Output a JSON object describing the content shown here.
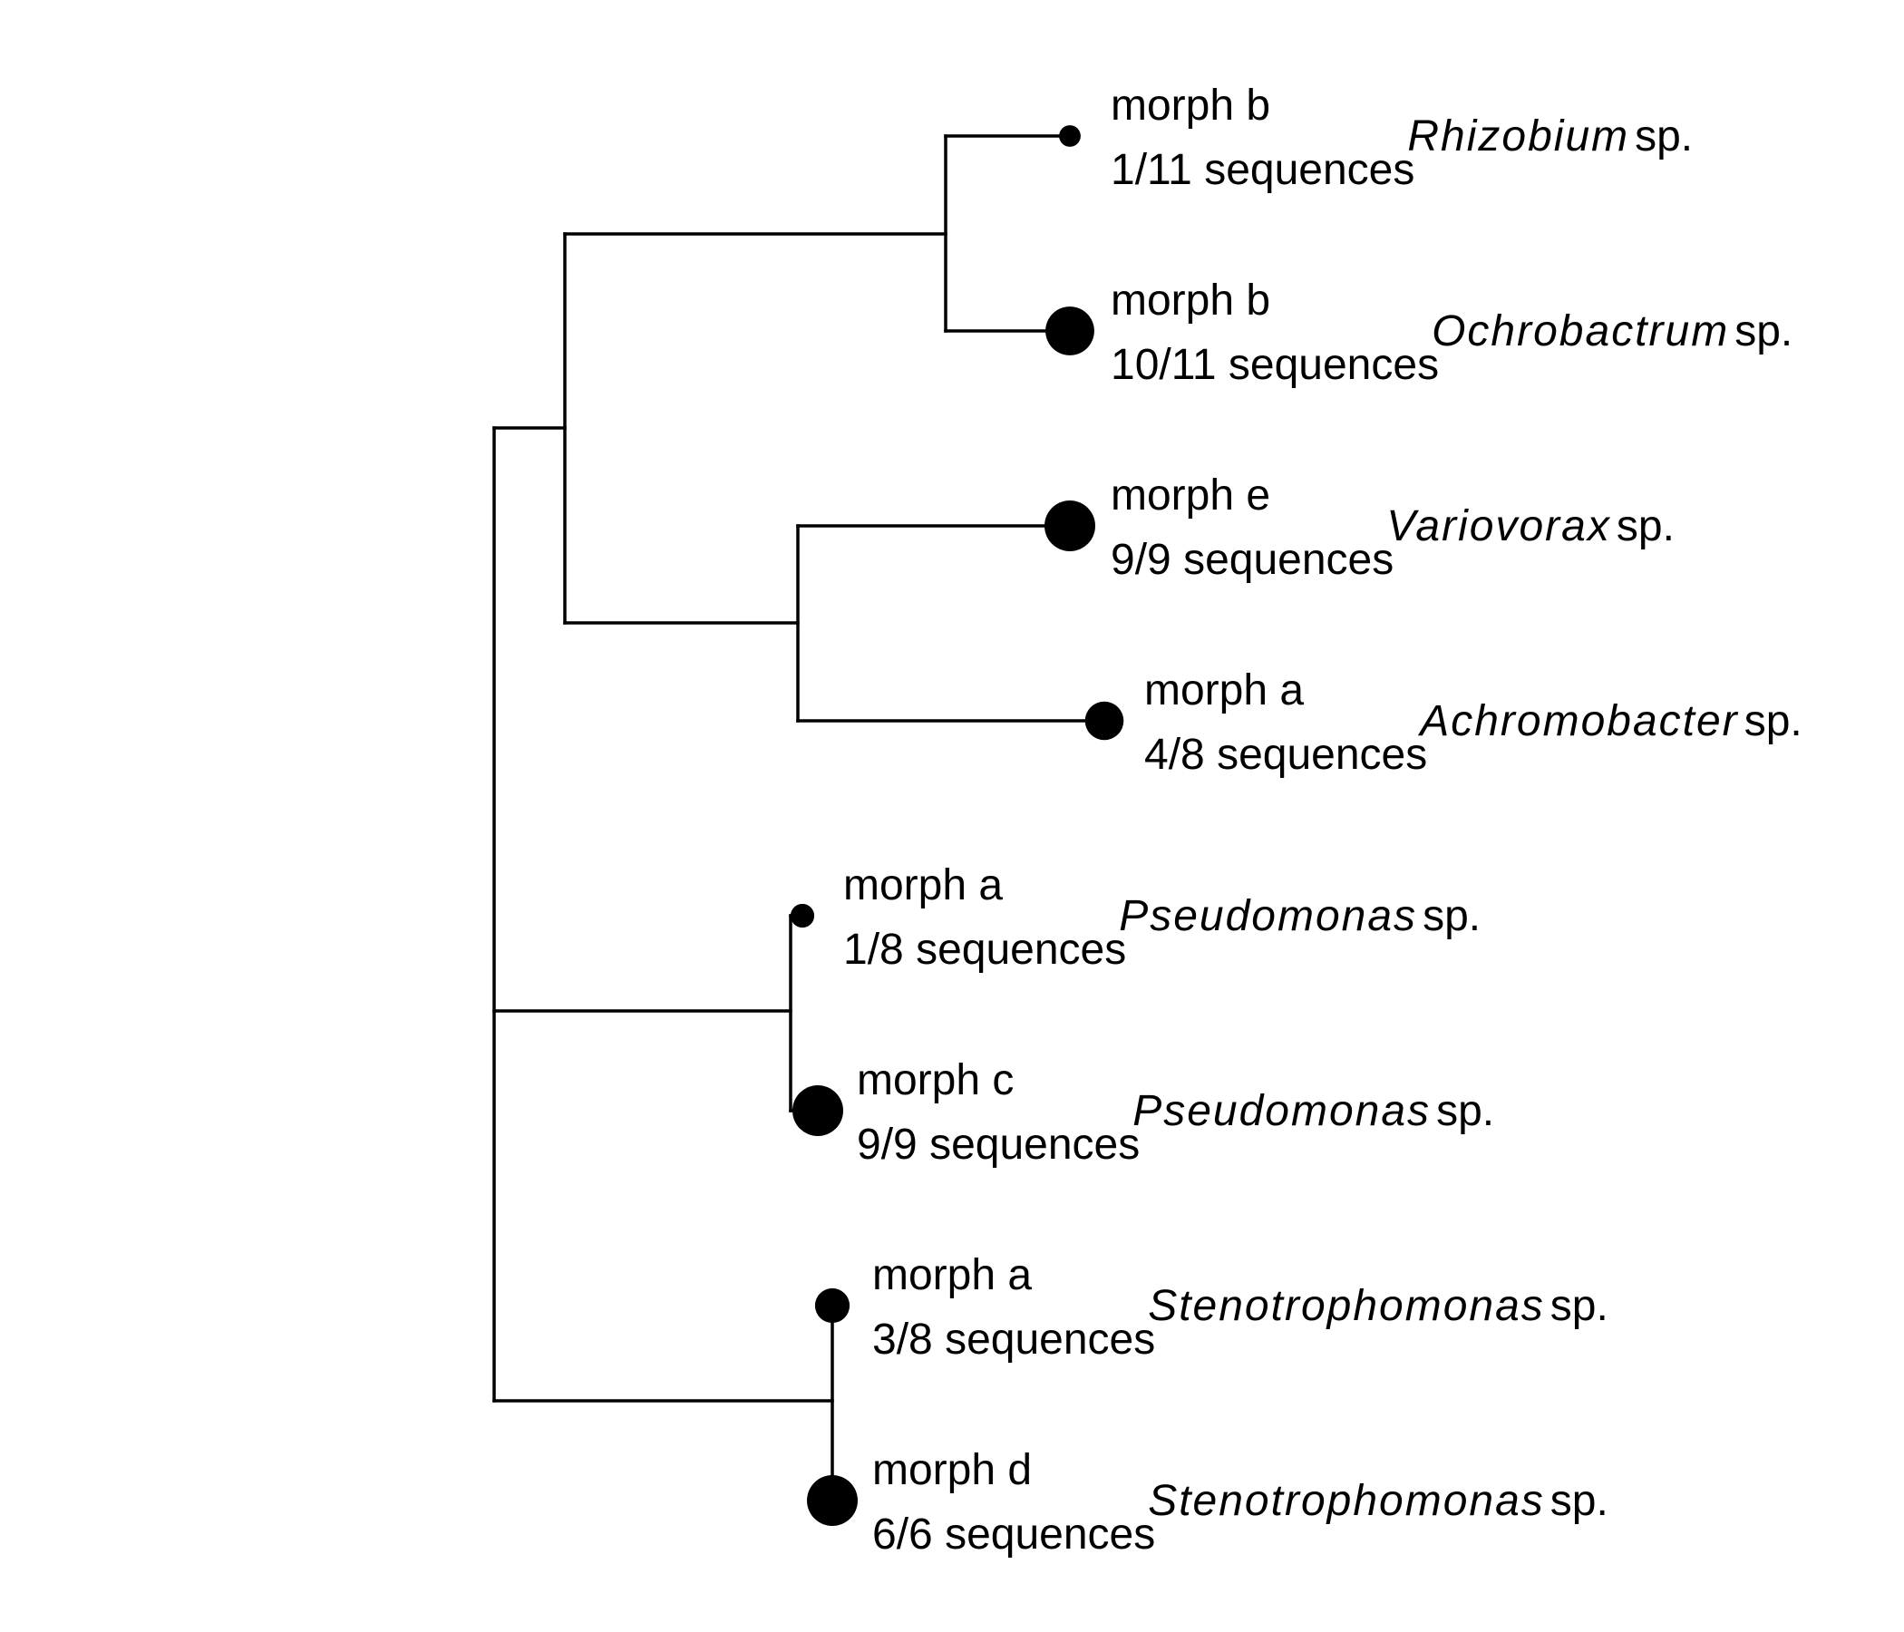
{
  "tree": {
    "leaves": [
      {
        "id": "rhizobium",
        "morph": "morph b",
        "sequences": "1/11 sequences",
        "genus": "Rhizobium",
        "suffix": "sp.",
        "count": 1,
        "total": 11
      },
      {
        "id": "ochrobactrum",
        "morph": "morph b",
        "sequences": "10/11 sequences",
        "genus": "Ochrobactrum",
        "suffix": "sp.",
        "count": 10,
        "total": 11
      },
      {
        "id": "variovorax",
        "morph": "morph e",
        "sequences": "9/9 sequences",
        "genus": "Variovorax",
        "suffix": "sp.",
        "count": 9,
        "total": 9
      },
      {
        "id": "achromobacter",
        "morph": "morph a",
        "sequences": "4/8 sequences",
        "genus": "Achromobacter",
        "suffix": "sp.",
        "count": 4,
        "total": 8
      },
      {
        "id": "pseudomonas-a",
        "morph": "morph a",
        "sequences": "1/8 sequences",
        "genus": "Pseudomonas",
        "suffix": "sp.",
        "count": 1,
        "total": 8
      },
      {
        "id": "pseudomonas-c",
        "morph": "morph c",
        "sequences": "9/9 sequences",
        "genus": "Pseudomonas",
        "suffix": "sp.",
        "count": 9,
        "total": 9
      },
      {
        "id": "stenotrophomonas-a",
        "morph": "morph a",
        "sequences": "3/8 sequences",
        "genus": "Stenotrophomonas",
        "suffix": "sp.",
        "count": 3,
        "total": 8
      },
      {
        "id": "stenotrophomonas-d",
        "morph": "morph d",
        "sequences": "6/6 sequences",
        "genus": "Stenotrophomonas",
        "suffix": "sp.",
        "count": 6,
        "total": 6
      }
    ]
  }
}
